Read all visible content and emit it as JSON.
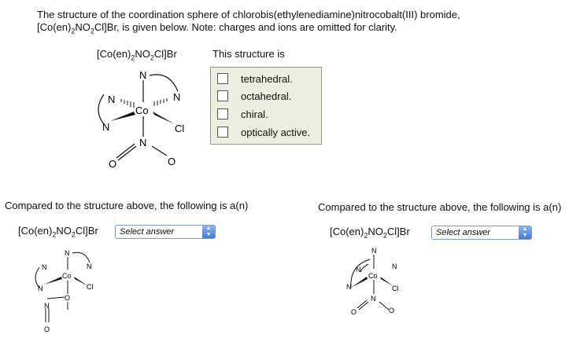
{
  "intro": {
    "line1": "The structure of the coordination sphere of chlorobis(ethylenediamine)nitrocobalt(III) bromide,",
    "line2_prefix": "[Co(en)",
    "line2_sub1": "2",
    "line2_mid": "NO",
    "line2_sub2": "2",
    "line2_rest": "Cl]Br, is given below. Note: charges and ions are omitted for clarity."
  },
  "formula": {
    "prefix": "[Co(en)",
    "sub1": "2",
    "mid": "NO",
    "sub2": "2",
    "suffix": "Cl]Br"
  },
  "this_structure_label": "This structure is",
  "choices": [
    {
      "label": "tetrahedral."
    },
    {
      "label": "octahedral."
    },
    {
      "label": "chiral."
    },
    {
      "label": "optically active."
    }
  ],
  "compare_text": "Compared to the structure above, the following is a(n)",
  "select_placeholder": "Select answer",
  "atoms": {
    "N": "N",
    "Co": "Co",
    "Cl": "Cl",
    "O": "O"
  }
}
